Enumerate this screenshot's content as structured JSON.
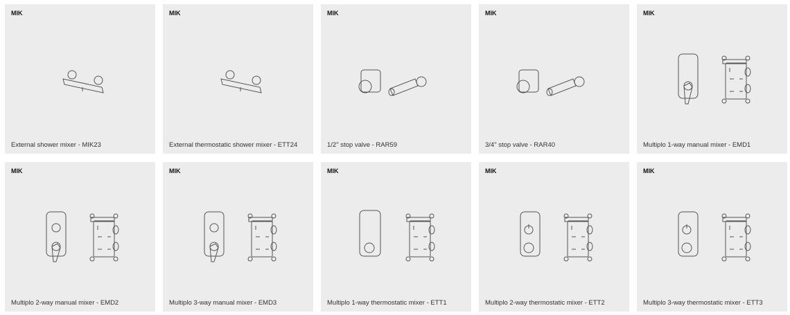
{
  "products": [
    {
      "brand": "MIK",
      "title": "External shower mixer - MIK23",
      "image": "bar-mixer-icon"
    },
    {
      "brand": "MIK",
      "title": "External thermostatic shower mixer - ETT24",
      "image": "thermo-bar-mixer-icon"
    },
    {
      "brand": "MIK",
      "title": "1/2\" stop valve - RAR59",
      "image": "stop-valve-icon"
    },
    {
      "brand": "MIK",
      "title": "3/4\" stop valve - RAR40",
      "image": "stop-valve-icon"
    },
    {
      "brand": "MIK",
      "title": "Multiplo 1-way manual mixer - EMD1",
      "image": "concealed-mixer-lever-icon"
    },
    {
      "brand": "MIK",
      "title": "Multiplo 2-way manual mixer - EMD2",
      "image": "concealed-mixer-knob-lever-icon"
    },
    {
      "brand": "MIK",
      "title": "Multiplo 3-way manual mixer - EMD3",
      "image": "concealed-mixer-knob-lever-icon"
    },
    {
      "brand": "MIK",
      "title": "Multiplo 1-way thermostatic mixer - ETT1",
      "image": "concealed-mixer-knob-icon"
    },
    {
      "brand": "MIK",
      "title": "Multiplo 2-way thermostatic mixer - ETT2",
      "image": "concealed-mixer-two-knob-icon"
    },
    {
      "brand": "MIK",
      "title": "Multiplo 3-way thermostatic mixer - ETT3",
      "image": "concealed-mixer-two-knob-icon"
    }
  ]
}
